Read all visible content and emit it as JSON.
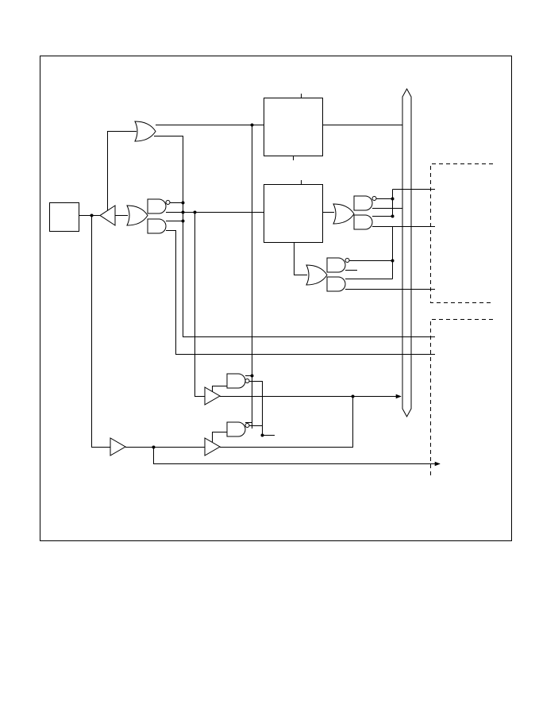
{
  "diagram": {
    "type": "logic-schematic",
    "labels": [],
    "colors": {
      "line": "#000000",
      "background": "#ffffff"
    },
    "elements": {
      "io_box": 1,
      "register_blocks": 2,
      "and_gates": 8,
      "or_gates": 4,
      "buffers": 4,
      "bus_bars": 1,
      "dashed_connectors": 2
    }
  }
}
